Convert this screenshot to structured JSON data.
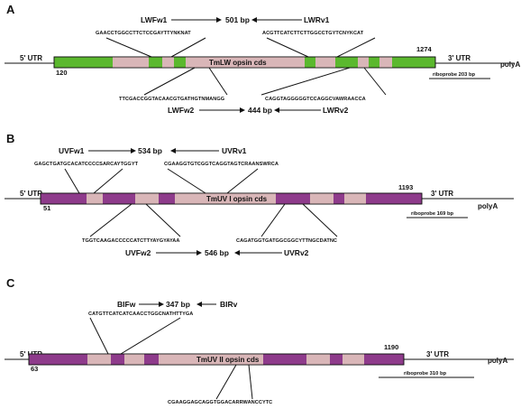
{
  "colors": {
    "green": "#5bb82e",
    "purple": "#8e3b8b",
    "pink": "#d9b6b8",
    "line": "#111111"
  },
  "panels": [
    {
      "letter": "A",
      "cds_label": "TmLW opsin cds",
      "utr5": "5' UTR",
      "utr3": "3' UTR",
      "start": "120",
      "end": "1274",
      "riboprobe": "riboprobe 203 bp",
      "polya": "polyA",
      "primers_top": {
        "fw": "LWFw1",
        "rv": "LWRv1",
        "product": "501 bp",
        "fw_seq": "GAACCTGGCCTTCTCCGAYTTYNKNAT",
        "rv_seq": "ACGTTCATCTTCTTGGCCTGYTCNYKCAT"
      },
      "primers_bottom": {
        "fw": "LWFw2",
        "rv": "LWRv2",
        "product": "444 bp",
        "fw_seq": "TTCGACCGGTACAACGTGATHGTNMANGG",
        "rv_seq": "CAGGTAGGGGGTCCAGGCVAWRAACCA"
      }
    },
    {
      "letter": "B",
      "cds_label": "TmUV I opsin cds",
      "utr5": "5' UTR",
      "utr3": "3' UTR",
      "start": "51",
      "end": "1193",
      "riboprobe": "riboprobe 169 bp",
      "polya": "polyA",
      "primers_top": {
        "fw": "UVFw1",
        "rv": "UVRv1",
        "product": "534 bp",
        "fw_seq": "GAGCTGATGCACATCCCCSARCAYTGGYT",
        "rv_seq": "CGAAGGTGTCGGTCAGGTAGTCRAANSWRCA"
      },
      "primers_bottom": {
        "fw": "UVFw2",
        "rv": "UVRv2",
        "product": "546 bp",
        "fw_seq": "TGGTCAAGACCCCCATCTTYAYGYAYAA",
        "rv_seq": "CAGATGGTGATGGCGGCYTTNGCDATNC"
      }
    },
    {
      "letter": "C",
      "cds_label": "TmUV II opsin cds",
      "utr5": "5' UTR",
      "utr3": "3' UTR",
      "start": "63",
      "end": "1190",
      "riboprobe": "riboprobe 310 bp",
      "polya": "polyA",
      "primers_top": {
        "fw": "BIFw",
        "rv": "BIRv",
        "product": "347 bp",
        "fw_seq": "CATGTTCATCATCAACCTGGCNATHTTYGA"
      },
      "primers_bottom": {
        "rv_seq": "CGAAGGAGCAGGTGGACARRWANCCYTC"
      }
    }
  ]
}
